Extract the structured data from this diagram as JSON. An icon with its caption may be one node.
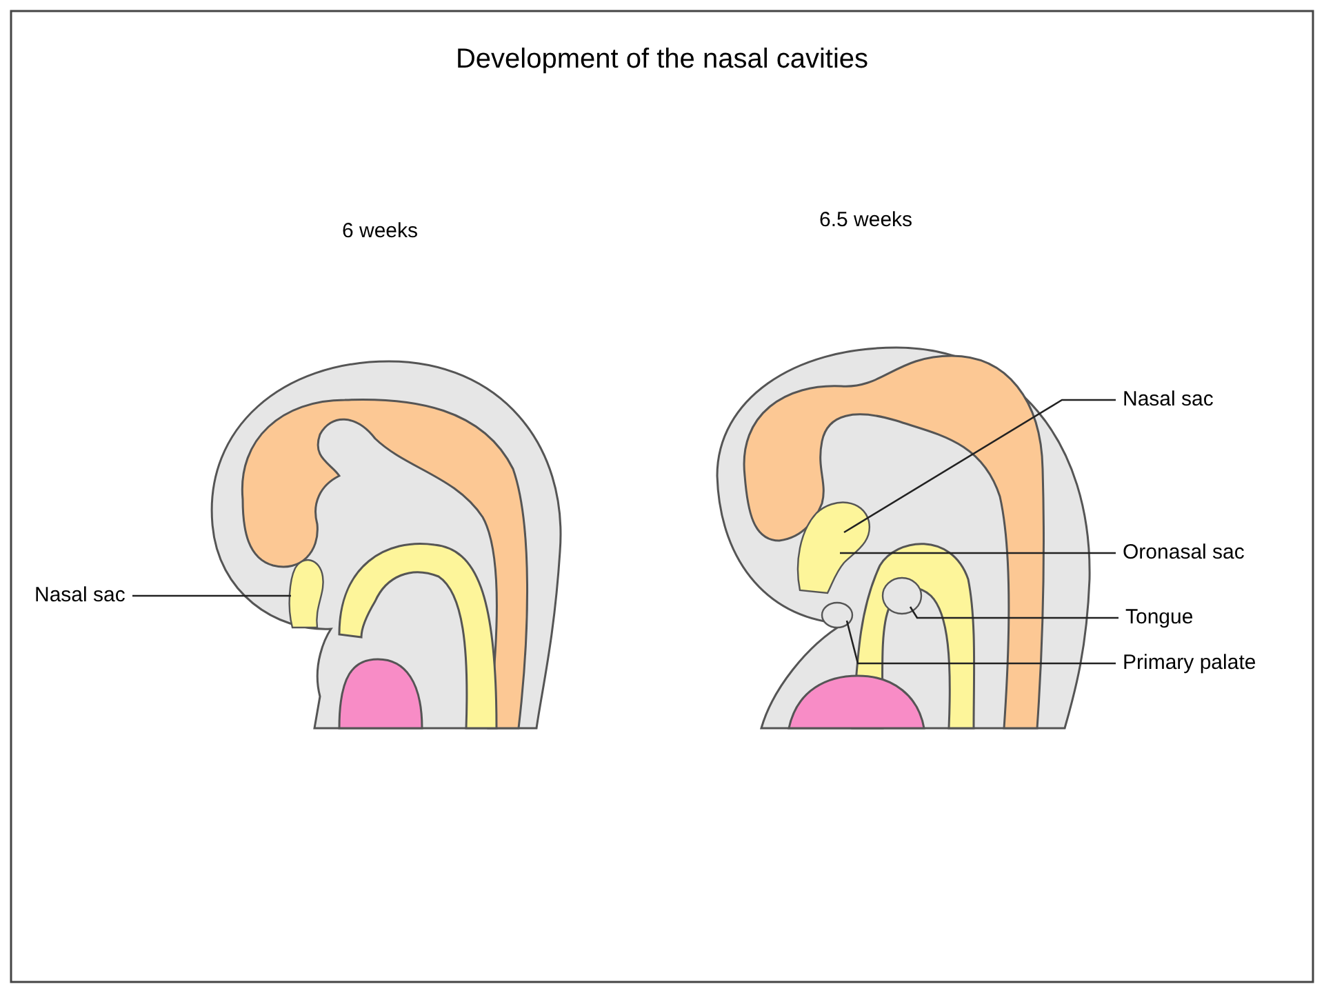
{
  "diagram": {
    "title": "Development of the nasal cavities",
    "nodes": [
      {
        "text": [
          "Nasal sac"
        ]
      },
      {
        "text": [],
        "shape": "oval"
      },
      {
        "text": [
          "Nasal sac"
        ]
      },
      {
        "text": [
          "Oronasal sac"
        ]
      },
      {
        "text": [],
        "shape": "oval"
      },
      {
        "text": [
          "Tongue"
        ]
      },
      {
        "text": [
          "Primary palate"
        ]
      },
      {
        "text": [],
        "shape": "oval"
      },
      {
        "text": [],
        "shape": "oval"
      }
    ],
    "edges": [
      {
        "from": 0,
        "to": 1,
        "arrow": "none"
      },
      {
        "from": 2,
        "to": 4,
        "arrow": "none"
      },
      {
        "from": 3,
        "to": 4,
        "arrow": "none"
      },
      {
        "from": 5,
        "to": 8,
        "arrow": "none"
      },
      {
        "from": 6,
        "to": 7,
        "arrow": "none"
      }
    ],
    "labels": [
      "6 weeks",
      "6.5 weeks"
    ]
  }
}
